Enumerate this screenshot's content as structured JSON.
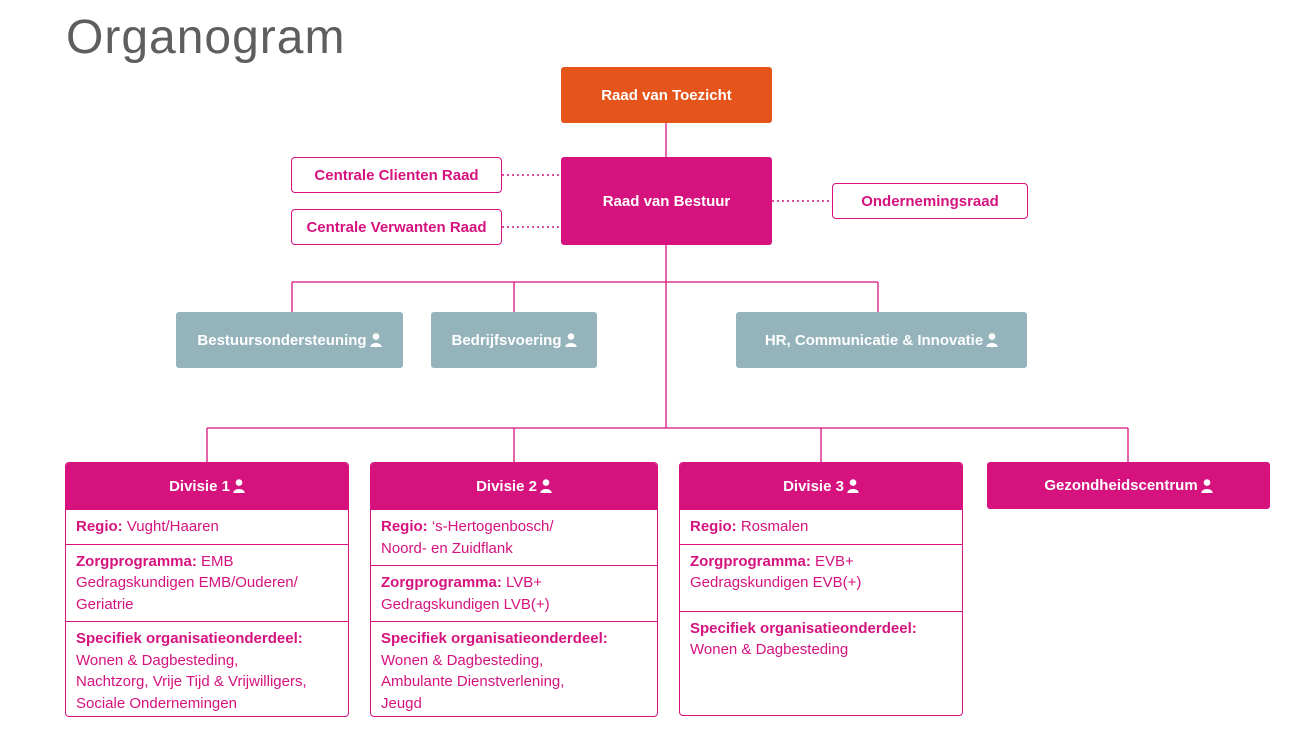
{
  "page": {
    "title": "Organogram"
  },
  "colors": {
    "orange": "#e5541a",
    "magenta": "#d5127e",
    "grey": "#94b3ba",
    "title_grey": "#5e5e5e"
  },
  "top": {
    "supervisory_board": "Raad van Toezicht",
    "executive_board": "Raad van Bestuur"
  },
  "councils": {
    "client_council": "Centrale Clienten Raad",
    "relatives_council": "Centrale Verwanten Raad",
    "works_council": "Ondernemingsraad"
  },
  "staff": [
    {
      "label": "Bestuursondersteuning",
      "icon": "person-icon"
    },
    {
      "label": "Bedrijfsvoering",
      "icon": "person-icon"
    },
    {
      "label": "HR, Communicatie & Innovatie",
      "icon": "person-icon"
    }
  ],
  "divisions": [
    {
      "label": "Divisie 1",
      "icon": "person-icon",
      "region_key": "Regio:",
      "region_lines": [
        " Vught/Haaren"
      ],
      "care_key": "Zorgprogramma:",
      "care_lines": [
        " EMB",
        "Gedragskundigen EMB/Ouderen/",
        "Geriatrie"
      ],
      "spec_key": "Specifiek organisatieonderdeel:",
      "spec_lines": [
        "Wonen & Dagbesteding,",
        "Nachtzorg, Vrije Tijd & Vrijwilligers,",
        "Sociale Ondernemingen"
      ]
    },
    {
      "label": "Divisie 2",
      "icon": "person-icon",
      "region_key": "Regio:",
      "region_lines": [
        " ‘s-Hertogenbosch/",
        "Noord- en Zuidflank"
      ],
      "care_key": "Zorgprogramma:",
      "care_lines": [
        " LVB+",
        "Gedragskundigen LVB(+)"
      ],
      "spec_key": "Specifiek organisatieonderdeel:",
      "spec_lines": [
        "Wonen & Dagbesteding,",
        "Ambulante Dienstverlening,",
        "Jeugd"
      ]
    },
    {
      "label": "Divisie 3",
      "icon": "person-icon",
      "region_key": "Regio:",
      "region_lines": [
        " Rosmalen"
      ],
      "care_key": "Zorgprogramma:",
      "care_lines": [
        " EVB+",
        "Gedragskundigen EVB(+)"
      ],
      "spec_key": "Specifiek organisatieonderdeel:",
      "spec_lines": [
        "Wonen & Dagbesteding"
      ]
    }
  ],
  "health_centre": {
    "label": "Gezondheidscentrum",
    "icon": "person-icon"
  }
}
